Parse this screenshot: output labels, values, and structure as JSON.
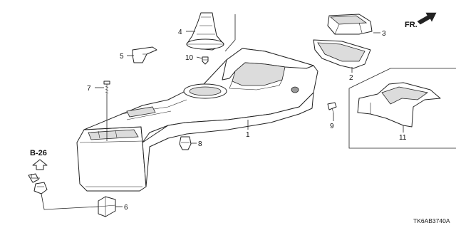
{
  "diagram": {
    "callouts": {
      "p1": "1",
      "p2": "2",
      "p3": "3",
      "p4": "4",
      "p5": "5",
      "p6": "6",
      "p7": "7",
      "p8": "8",
      "p9": "9",
      "p10": "10",
      "p11": "11"
    },
    "ref_label": "B-26",
    "direction_label": "FR.",
    "drawing_code": "TK6AB3740A"
  }
}
